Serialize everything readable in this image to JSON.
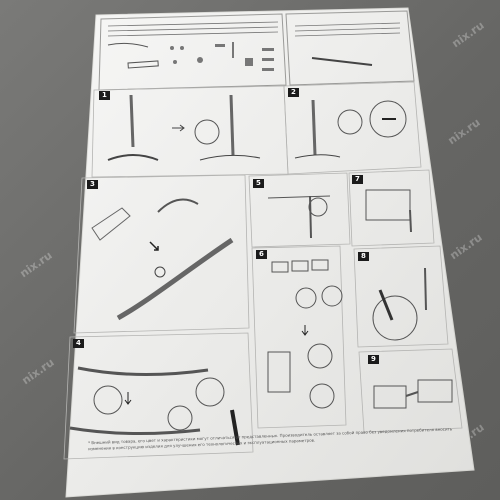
{
  "watermark": "nix.ru",
  "steps": [
    "1",
    "2",
    "3",
    "4",
    "5",
    "6",
    "7",
    "8",
    "9"
  ],
  "footnote": "* Внешний вид товара, его цвет и характеристики могут отличаться от представленных. Производитель оставляет за собой право без уведомления потребителя вносить изменения в конструкцию изделия для улучшения его технологических и эксплуатационных параметров.",
  "colors": {
    "paper": "#f2f2f0",
    "frame": "#c9c9c7",
    "ink": "#1b1b1b",
    "background": "#6f6f6d"
  }
}
